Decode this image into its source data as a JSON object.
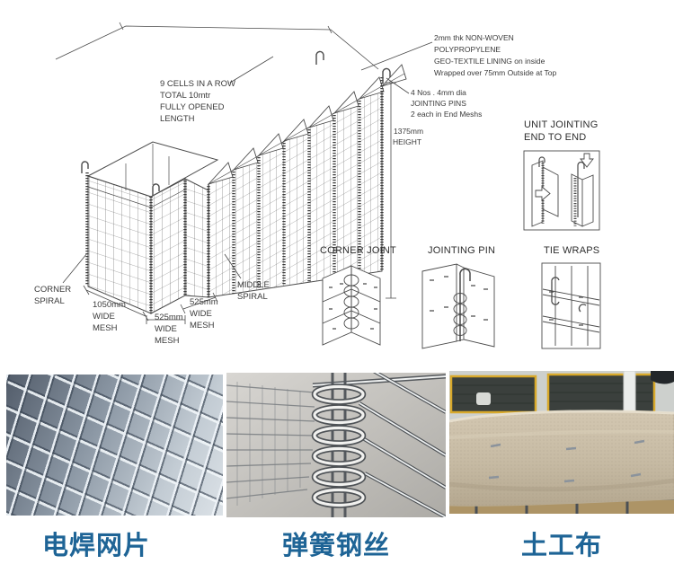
{
  "colors": {
    "caption_blue": "#1e6496",
    "diagram_line": "#4a4a4a"
  },
  "diagram": {
    "callout_cells": [
      "9 CELLS IN A ROW",
      "TOTAL 10mtr",
      "FULLY OPENED",
      "LENGTH"
    ],
    "callout_geotextile": [
      "2mm thk NON-WOVEN",
      "POLYPROPYLENE",
      "GEO-TEXTILE LINING on inside",
      "Wrapped over 75mm Outside at Top"
    ],
    "callout_pins": [
      "4 Nos . 4mm dia",
      "JOINTING PINS",
      "2 each in End Meshs"
    ],
    "dim_height": [
      "1375mm",
      "HEIGHT"
    ],
    "label_corner_spiral": [
      "CORNER",
      "SPIRAL"
    ],
    "label_middle_spiral": [
      "MIDDLE",
      "SPIRAL"
    ],
    "dim_1050": [
      "1050mm",
      "WIDE",
      "MESH"
    ],
    "dim_525_center": [
      "525mm",
      "WIDE",
      "MESH"
    ],
    "dim_525_right": [
      "525mm",
      "WIDE",
      "MESH"
    ],
    "detail_unit_jointing": [
      "UNIT JOINTING",
      "END TO END"
    ],
    "detail_corner_joint": "CORNER JOINT",
    "detail_jointing_pin": "JOINTING PIN",
    "detail_tie_wraps": "TIE WRAPS"
  },
  "gallery": [
    {
      "photo": "welded-mesh-panels",
      "caption": "电焊网片"
    },
    {
      "photo": "spring-spiral-wire",
      "caption": "弹簧钢丝"
    },
    {
      "photo": "geotextile-fabric",
      "caption": "土工布"
    }
  ]
}
